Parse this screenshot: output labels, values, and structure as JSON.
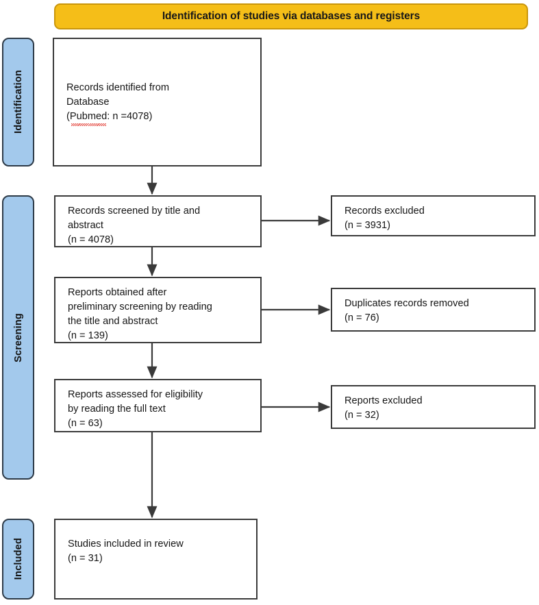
{
  "header": {
    "title": "Identification of studies via databases and registers",
    "fill_color": "#F5BE18",
    "border_color": "#C9960C"
  },
  "stages": [
    {
      "id": "identification",
      "label": "Identification"
    },
    {
      "id": "screening",
      "label": "Screening"
    },
    {
      "id": "included",
      "label": "Included"
    }
  ],
  "stage_style": {
    "fill_color": "#A3C9EC",
    "border_color": "#2D3A47"
  },
  "boxes": {
    "identified": {
      "line1": "Records identified from",
      "line2": "Database",
      "line3_prefix": "(",
      "line3_misspelled": "Pubmed",
      "line3_suffix": ": n =4078)"
    },
    "screened": {
      "text": "Records screened by title and\nabstract\n(n = 4078)"
    },
    "records_excluded": {
      "text": "Records excluded\n(n = 3931)"
    },
    "reports_obtained": {
      "text": "Reports obtained after\npreliminary screening by reading\nthe title and abstract\n(n = 139)"
    },
    "duplicates_removed": {
      "text": "Duplicates records removed\n(n = 76)"
    },
    "eligibility": {
      "text": "Reports assessed for eligibility\nby reading the full text\n(n = 63)"
    },
    "reports_excluded": {
      "text": "Reports excluded\n(n = 32)"
    },
    "included": {
      "text": "Studies included in review\n(n = 31)"
    }
  },
  "box_style": {
    "fill_color": "#FFFFFF",
    "border_color": "#3A3A3A",
    "text_color": "#151515"
  },
  "connectors": {
    "arrow_color": "#3A3A3A",
    "spellcheck_underline_color": "#E23B32"
  }
}
